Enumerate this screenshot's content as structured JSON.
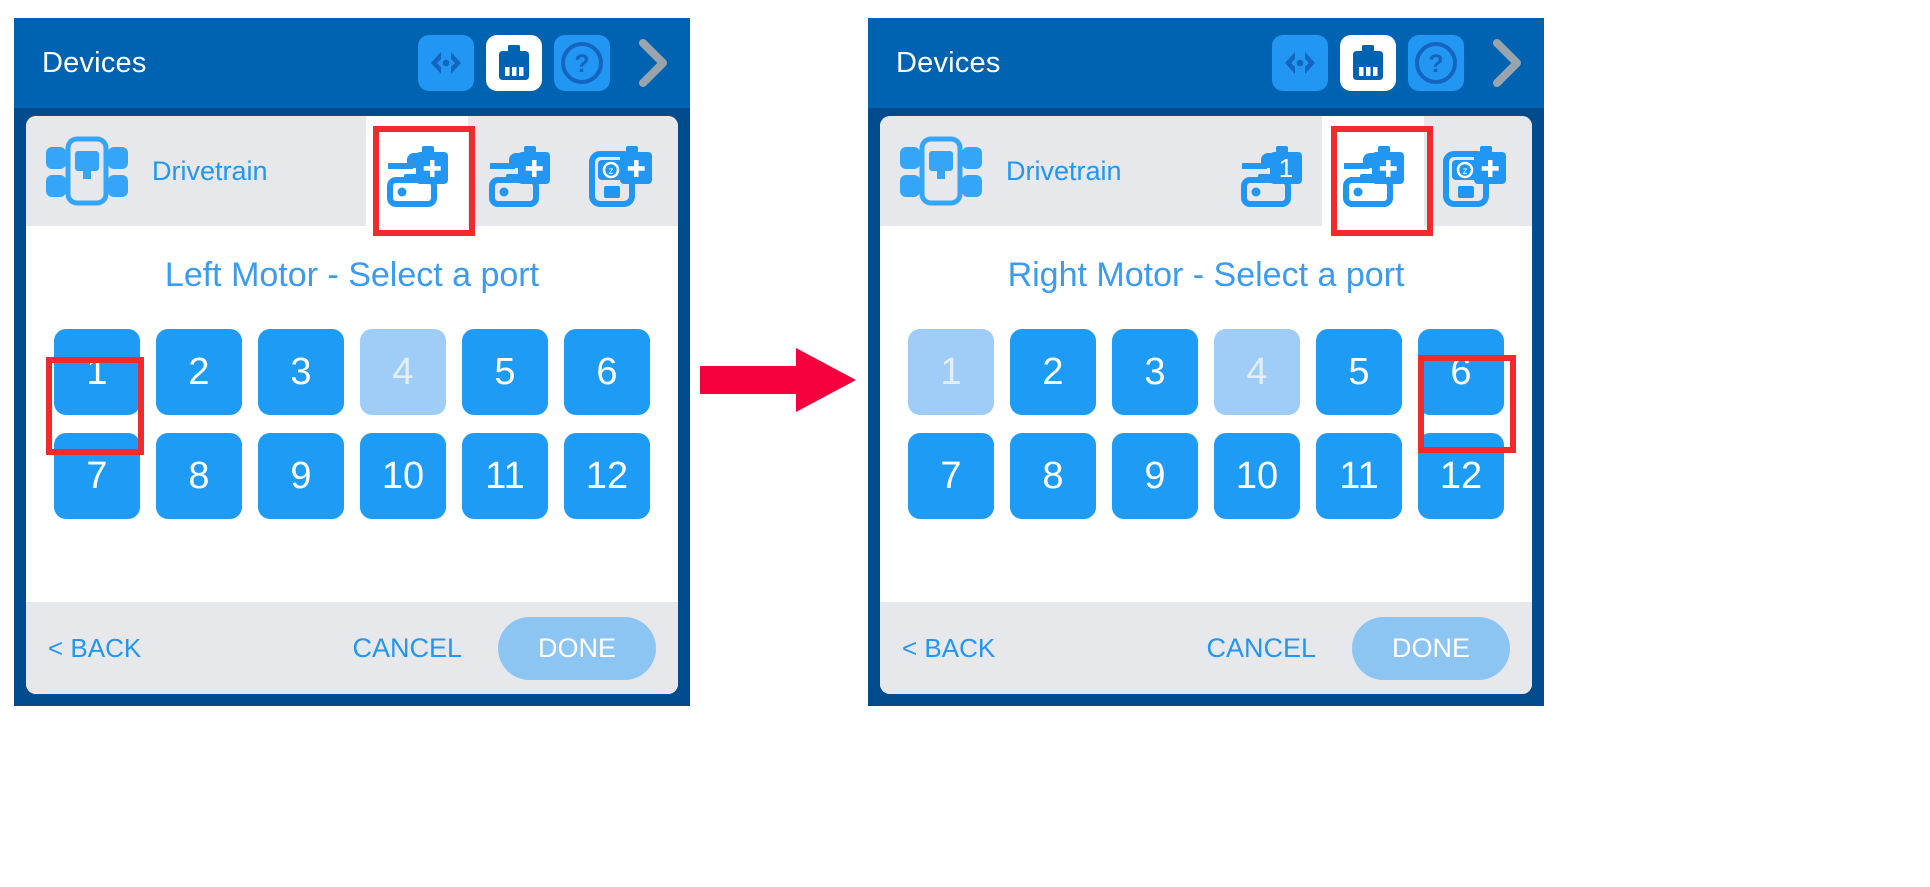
{
  "panels": [
    {
      "id": "left",
      "appbar": {
        "title": "Devices",
        "icons": [
          {
            "name": "code-icon",
            "label": "<>"
          },
          {
            "name": "brain-icon",
            "label": "brain"
          },
          {
            "name": "help-icon",
            "label": "?"
          },
          {
            "name": "chevron-right-icon",
            "label": ">"
          }
        ]
      },
      "device": {
        "name": "Drivetrain",
        "icon": "drivetrain-icon",
        "actions": [
          {
            "name": "add-left-motor-icon",
            "badge": "+",
            "type": "motor",
            "highlighted": true
          },
          {
            "name": "add-right-motor-icon",
            "badge": "+",
            "type": "motor",
            "highlighted": false
          },
          {
            "name": "add-gyro-icon",
            "badge": "+",
            "type": "gyro",
            "highlighted": false
          }
        ]
      },
      "prompt": "Left Motor - Select a port",
      "ports": [
        {
          "label": "1",
          "disabled": false,
          "highlighted": true
        },
        {
          "label": "2",
          "disabled": false,
          "highlighted": false
        },
        {
          "label": "3",
          "disabled": false,
          "highlighted": false
        },
        {
          "label": "4",
          "disabled": true,
          "highlighted": false
        },
        {
          "label": "5",
          "disabled": false,
          "highlighted": false
        },
        {
          "label": "6",
          "disabled": false,
          "highlighted": false
        },
        {
          "label": "7",
          "disabled": false,
          "highlighted": false
        },
        {
          "label": "8",
          "disabled": false,
          "highlighted": false
        },
        {
          "label": "9",
          "disabled": false,
          "highlighted": false
        },
        {
          "label": "10",
          "disabled": false,
          "highlighted": false
        },
        {
          "label": "11",
          "disabled": false,
          "highlighted": false
        },
        {
          "label": "12",
          "disabled": false,
          "highlighted": false
        }
      ],
      "footer": {
        "back": "< BACK",
        "cancel": "CANCEL",
        "done": "DONE"
      }
    },
    {
      "id": "right",
      "appbar": {
        "title": "Devices",
        "icons": [
          {
            "name": "code-icon",
            "label": "<>"
          },
          {
            "name": "brain-icon",
            "label": "brain"
          },
          {
            "name": "help-icon",
            "label": "?"
          },
          {
            "name": "chevron-right-icon",
            "label": ">"
          }
        ]
      },
      "device": {
        "name": "Drivetrain",
        "icon": "drivetrain-icon",
        "actions": [
          {
            "name": "left-motor-port-icon",
            "badge": "1",
            "type": "motor",
            "highlighted": false
          },
          {
            "name": "add-right-motor-icon",
            "badge": "+",
            "type": "motor",
            "highlighted": true
          },
          {
            "name": "add-gyro-icon",
            "badge": "+",
            "type": "gyro",
            "highlighted": false
          }
        ]
      },
      "prompt": "Right Motor - Select a port",
      "ports": [
        {
          "label": "1",
          "disabled": true,
          "highlighted": false
        },
        {
          "label": "2",
          "disabled": false,
          "highlighted": false
        },
        {
          "label": "3",
          "disabled": false,
          "highlighted": false
        },
        {
          "label": "4",
          "disabled": true,
          "highlighted": false
        },
        {
          "label": "5",
          "disabled": false,
          "highlighted": false
        },
        {
          "label": "6",
          "disabled": false,
          "highlighted": true
        },
        {
          "label": "7",
          "disabled": false,
          "highlighted": false
        },
        {
          "label": "8",
          "disabled": false,
          "highlighted": false
        },
        {
          "label": "9",
          "disabled": false,
          "highlighted": false
        },
        {
          "label": "10",
          "disabled": false,
          "highlighted": false
        },
        {
          "label": "11",
          "disabled": false,
          "highlighted": false
        },
        {
          "label": "12",
          "disabled": false,
          "highlighted": false
        }
      ],
      "footer": {
        "back": "< BACK",
        "cancel": "CANCEL",
        "done": "DONE"
      }
    }
  ],
  "transition": {
    "name": "right-arrow",
    "symbol": "→"
  },
  "colors": {
    "appbar": "#0063b1",
    "phone_frame": "#004b8d",
    "accent_blue": "#2196f3",
    "port_blue": "#1e9cf5",
    "port_disabled": "#9fcdf7",
    "highlight_red": "#f32a2a",
    "row_grey": "#e6e8ec",
    "done_blue": "#8cc4f2",
    "arrow_red": "#f5003c"
  }
}
